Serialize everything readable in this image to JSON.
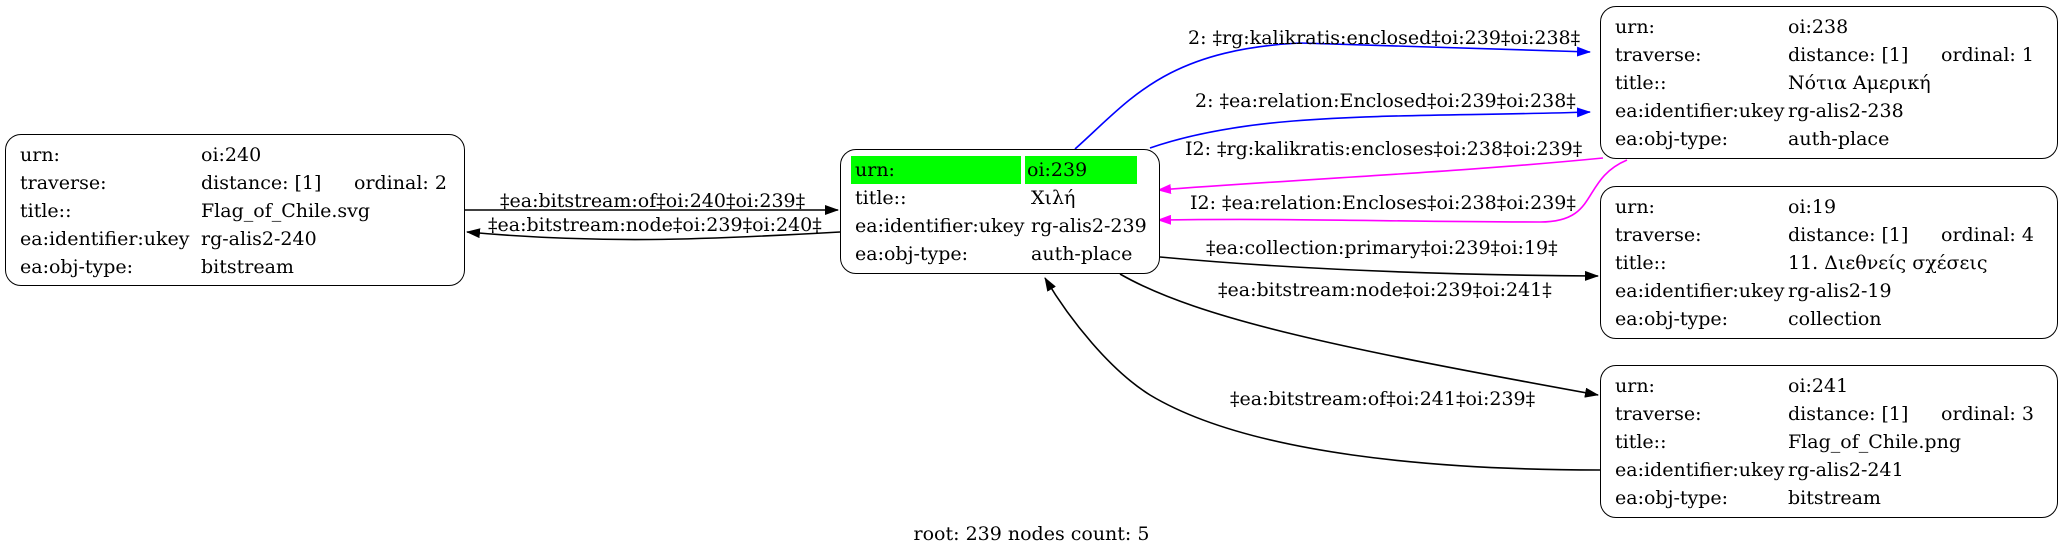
{
  "colors": {
    "blue_edge": "#0000ff",
    "magenta_edge": "#ff00ff",
    "black_edge": "#000000",
    "root_highlight": "#00ff00"
  },
  "nodes": [
    {
      "id": "oi:240",
      "rows": [
        {
          "key": "urn:",
          "value": "oi:240"
        },
        {
          "key": "traverse:",
          "value": "distance: [1]",
          "extra": "ordinal: 2"
        },
        {
          "key": "title::",
          "value": "Flag_of_Chile.svg"
        },
        {
          "key": "ea:identifier:ukey",
          "value": "rg-alis2-240"
        },
        {
          "key": "ea:obj-type:",
          "value": "bitstream"
        }
      ]
    },
    {
      "id": "oi:239",
      "rows": [
        {
          "key": "urn:",
          "value": "oi:239"
        },
        {
          "key": "title::",
          "value": "Χιλή"
        },
        {
          "key": "ea:identifier:ukey",
          "value": "rg-alis2-239"
        },
        {
          "key": "ea:obj-type:",
          "value": "auth-place"
        }
      ]
    },
    {
      "id": "oi:238",
      "rows": [
        {
          "key": "urn:",
          "value": "oi:238"
        },
        {
          "key": "traverse:",
          "value": "distance: [1]",
          "extra": "ordinal: 1"
        },
        {
          "key": "title::",
          "value": "Νότια Αμερική"
        },
        {
          "key": "ea:identifier:ukey",
          "value": "rg-alis2-238"
        },
        {
          "key": "ea:obj-type:",
          "value": "auth-place"
        }
      ]
    },
    {
      "id": "oi:19",
      "rows": [
        {
          "key": "urn:",
          "value": "oi:19"
        },
        {
          "key": "traverse:",
          "value": "distance: [1]",
          "extra": "ordinal: 4"
        },
        {
          "key": "title::",
          "value": "11. Διεθνείς σχέσεις"
        },
        {
          "key": "ea:identifier:ukey",
          "value": "rg-alis2-19"
        },
        {
          "key": "ea:obj-type:",
          "value": "collection"
        }
      ]
    },
    {
      "id": "oi:241",
      "rows": [
        {
          "key": "urn:",
          "value": "oi:241"
        },
        {
          "key": "traverse:",
          "value": "distance: [1]",
          "extra": "ordinal: 3"
        },
        {
          "key": "title::",
          "value": "Flag_of_Chile.png"
        },
        {
          "key": "ea:identifier:ukey",
          "value": "rg-alis2-241"
        },
        {
          "key": "ea:obj-type:",
          "value": "bitstream"
        }
      ]
    }
  ],
  "edges": [
    {
      "from": "oi:239",
      "to": "oi:238",
      "label": "2: ‡rg:kalikratis:enclosed‡oi:239‡oi:238‡",
      "color": "blue"
    },
    {
      "from": "oi:239",
      "to": "oi:238",
      "label": "2: ‡ea:relation:Enclosed‡oi:239‡oi:238‡",
      "color": "blue"
    },
    {
      "from": "oi:238",
      "to": "oi:239",
      "label": "I2: ‡rg:kalikratis:encloses‡oi:238‡oi:239‡",
      "color": "magenta"
    },
    {
      "from": "oi:238",
      "to": "oi:239",
      "label": "I2: ‡ea:relation:Encloses‡oi:238‡oi:239‡",
      "color": "magenta"
    },
    {
      "from": "oi:240",
      "to": "oi:239",
      "label": "‡ea:bitstream:of‡oi:240‡oi:239‡",
      "color": "black"
    },
    {
      "from": "oi:239",
      "to": "oi:240",
      "label": "‡ea:bitstream:node‡oi:239‡oi:240‡",
      "color": "black"
    },
    {
      "from": "oi:239",
      "to": "oi:19",
      "label": "‡ea:collection:primary‡oi:239‡oi:19‡",
      "color": "black"
    },
    {
      "from": "oi:239",
      "to": "oi:241",
      "label": "‡ea:bitstream:node‡oi:239‡oi:241‡",
      "color": "black"
    },
    {
      "from": "oi:241",
      "to": "oi:239",
      "label": "‡ea:bitstream:of‡oi:241‡oi:239‡",
      "color": "black"
    }
  ],
  "footer": "root: 239 nodes count: 5"
}
